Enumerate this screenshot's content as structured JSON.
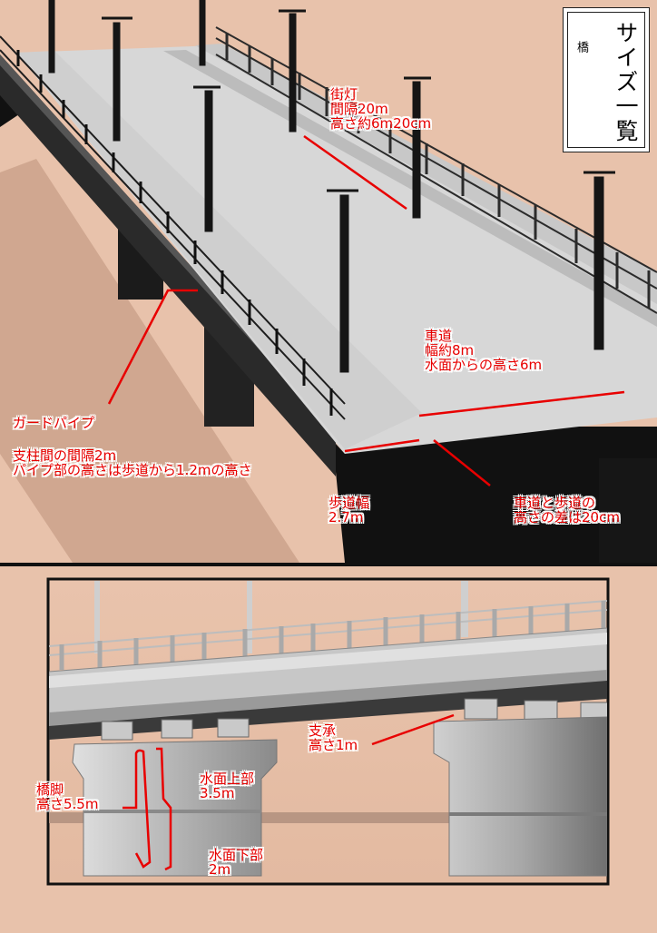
{
  "title": {
    "main": "サイズ一覧",
    "sub": "橋"
  },
  "panel_top": {
    "annotations": {
      "street_lamp": "街灯\n間隔20m\n高さ約6m20cm",
      "roadway": "車道\n幅約8m\n水面からの高さ6m",
      "guard_pipe_title": "ガードパイプ",
      "guard_pipe_detail": "支柱間の間隔2m\nパイプ部の高さは歩道から1.2mの高さ",
      "sidewalk_width": "歩道幅\n2.7m",
      "height_difference": "車道と歩道の\n高さの差は20cm"
    }
  },
  "panel_bottom": {
    "annotations": {
      "bearing": "支承\n高さ1m",
      "pier": "橋脚\n高さ5.5m",
      "above_water": "水面上部\n3.5m",
      "below_water": "水面下部\n2m"
    }
  },
  "colors": {
    "background": "#e8c2ab",
    "annotation": "#e80000",
    "panel_border": "#111111"
  }
}
